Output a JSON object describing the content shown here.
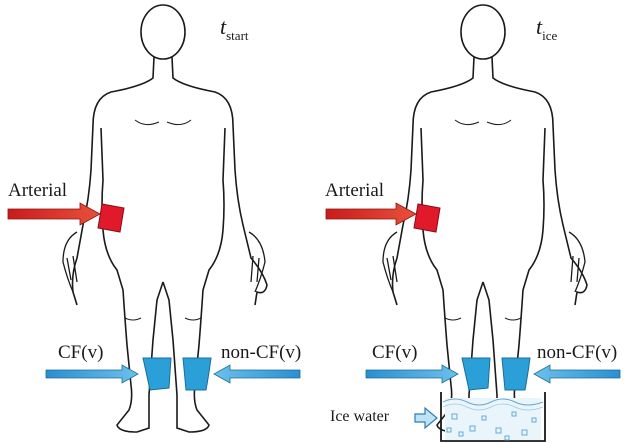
{
  "panels": [
    {
      "id": "start",
      "time_main": "t",
      "time_sub": "start",
      "arterial_label": "Arterial",
      "cf_label": "CF(v)",
      "noncf_label": "non-CF(v)"
    },
    {
      "id": "ice",
      "time_main": "t",
      "time_sub": "ice",
      "arterial_label": "Arterial",
      "cf_label": "CF(v)",
      "noncf_label": "non-CF(v)",
      "ice_label": "Ice water"
    }
  ],
  "colors": {
    "arterial": "#e01a2b",
    "arterial_arrow": "#d42a2a",
    "venous": "#2a9fd8",
    "venous_arrow": "#3a9ad2",
    "outline": "#1a1a1a",
    "water": "#cfe8f5"
  }
}
